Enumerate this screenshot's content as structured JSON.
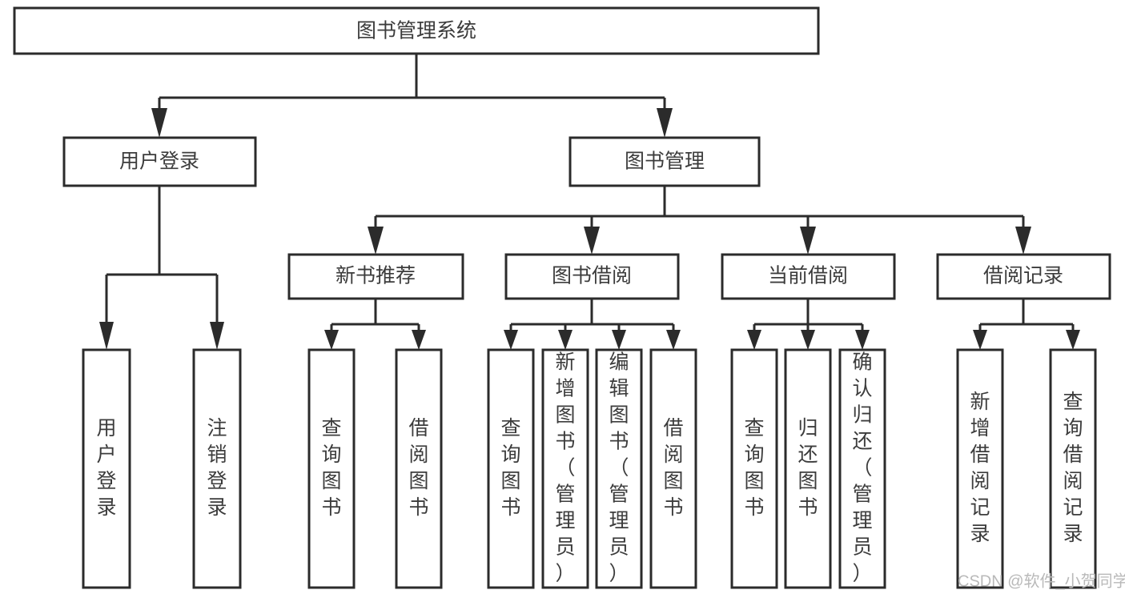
{
  "diagram": {
    "type": "tree",
    "title": "图书管理系统",
    "watermark": "CSDN @软件_小贺同学",
    "colors": {
      "box_stroke": "#2b2b2b",
      "box_fill": "#ffffff",
      "text": "#3c3c3c",
      "connector": "#2b2b2b",
      "watermark": "#b9b9b9",
      "background": "#ffffff"
    },
    "root": {
      "label": "图书管理系统",
      "orientation": "horizontal"
    },
    "level2": [
      {
        "label": "用户登录",
        "orientation": "horizontal"
      },
      {
        "label": "图书管理",
        "orientation": "horizontal"
      }
    ],
    "level3": [
      {
        "label": "新书推荐",
        "orientation": "horizontal",
        "parent": "图书管理"
      },
      {
        "label": "图书借阅",
        "orientation": "horizontal",
        "parent": "图书管理"
      },
      {
        "label": "当前借阅",
        "orientation": "horizontal",
        "parent": "图书管理"
      },
      {
        "label": "借阅记录",
        "orientation": "horizontal",
        "parent": "图书管理"
      }
    ],
    "leaves": {
      "用户登录": [
        {
          "label": "用户登录",
          "chars": [
            "用",
            "户",
            "登",
            "录"
          ]
        },
        {
          "label": "注销登录",
          "chars": [
            "注",
            "销",
            "登",
            "录"
          ]
        }
      ],
      "新书推荐": [
        {
          "label": "查询图书",
          "chars": [
            "查",
            "询",
            "图",
            "书"
          ]
        },
        {
          "label": "借阅图书",
          "chars": [
            "借",
            "阅",
            "图",
            "书"
          ]
        }
      ],
      "图书借阅": [
        {
          "label": "查询图书",
          "chars": [
            "查",
            "询",
            "图",
            "书"
          ]
        },
        {
          "label": "新增图书（管理员）",
          "chars": [
            "新",
            "增",
            "图",
            "书",
            "（",
            "管",
            "理",
            "员",
            "）"
          ]
        },
        {
          "label": "编辑图书（管理员）",
          "chars": [
            "编",
            "辑",
            "图",
            "书",
            "（",
            "管",
            "理",
            "员",
            "）"
          ]
        },
        {
          "label": "借阅图书",
          "chars": [
            "借",
            "阅",
            "图",
            "书"
          ]
        }
      ],
      "当前借阅": [
        {
          "label": "查询图书",
          "chars": [
            "查",
            "询",
            "图",
            "书"
          ]
        },
        {
          "label": "归还图书",
          "chars": [
            "归",
            "还",
            "图",
            "书"
          ]
        },
        {
          "label": "确认归还（管理员）",
          "chars": [
            "确",
            "认",
            "归",
            "还",
            "（",
            "管",
            "理",
            "员",
            "）"
          ]
        }
      ],
      "借阅记录": [
        {
          "label": "新增借阅记录",
          "chars": [
            "新",
            "增",
            "借",
            "阅",
            "记",
            "录"
          ]
        },
        {
          "label": "查询借阅记录",
          "chars": [
            "查",
            "询",
            "借",
            "阅",
            "记",
            "录"
          ]
        }
      ]
    }
  }
}
